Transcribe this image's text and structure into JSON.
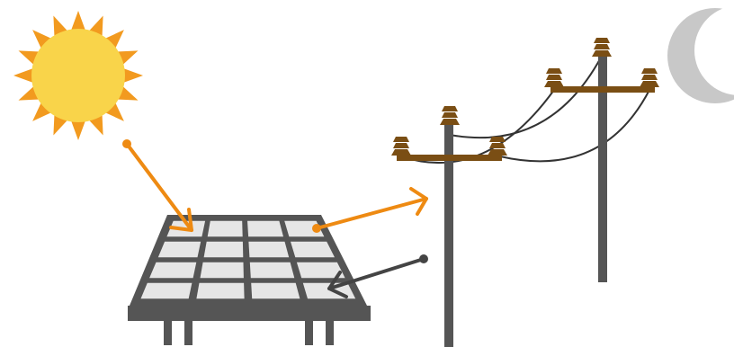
{
  "diagram": {
    "icons": {
      "sun": "sun-icon",
      "moon": "crescent-moon-icon",
      "solar_panel": "solar-panel-icon",
      "utility_poles": "utility-pole-icon",
      "arrow_in": "sunlight-arrow",
      "arrow_out": "export-arrow",
      "arrow_back": "import-arrow"
    },
    "colors": {
      "sun_core": "#F9D44A",
      "sun_rays": "#F29A1F",
      "moon": "#C8C8C8",
      "panel_frame": "#555555",
      "panel_cells": "#E6E6E6",
      "pole": "#555555",
      "crossarm": "#7A4E14",
      "insulator": "#7A4E14",
      "wire": "#333333",
      "arrow_orange": "#EE8A12",
      "arrow_dark": "#444444"
    }
  }
}
